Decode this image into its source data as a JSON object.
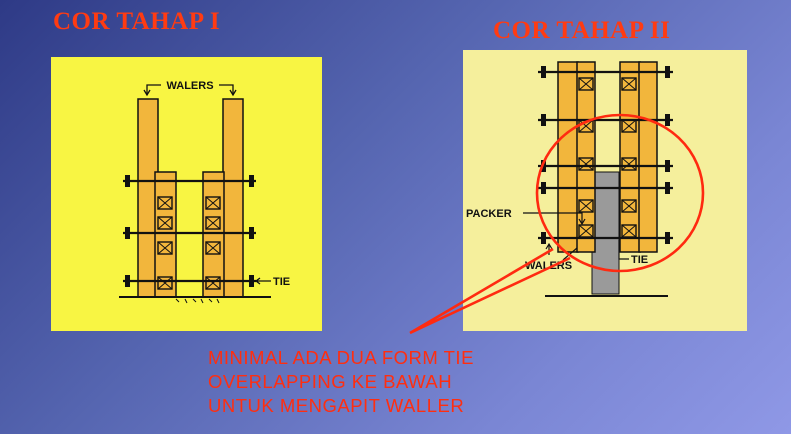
{
  "colors": {
    "title": "#ff3b12",
    "note": "#ff2e10",
    "panel_bg_1": "#f8f543",
    "panel_bg_2": "#f5ef9c",
    "waler_fill": "#f2b63c",
    "concrete": "#9a9a9a",
    "annotation": "#ff2a10",
    "ink": "#111111"
  },
  "stage1": {
    "title": "COR TAHAP I",
    "labels": {
      "walers": "WALERS",
      "tie": "TIE"
    }
  },
  "stage2": {
    "title": "COR TAHAP II",
    "labels": {
      "packer": "PACKER",
      "walers": "WALERS",
      "tie": "TIE"
    }
  },
  "note": {
    "lines": [
      "MINIMAL ADA DUA FORM TIE",
      "OVERLAPPING KE BAWAH",
      "UNTUK MENGAPIT WALLER"
    ]
  },
  "icons": {
    "highlight": "highlight-circle-icon",
    "pointer": "callout-pointer-icon"
  }
}
